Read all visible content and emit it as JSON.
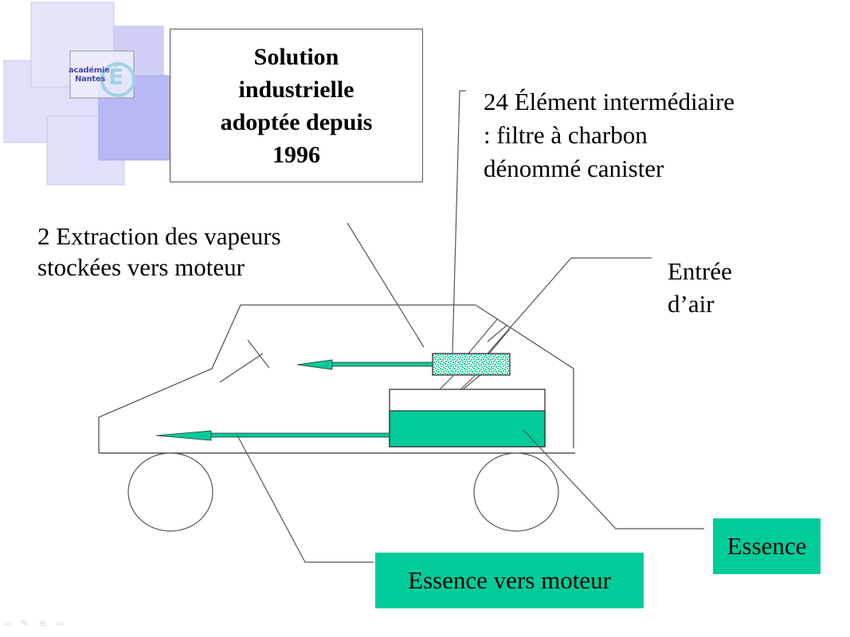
{
  "slide": {
    "title_box": {
      "text": "Solution\nindustrielle\nadoptée depuis\n1996"
    },
    "logo": {
      "line1": "académie",
      "line2": "Nantes",
      "letter": "É"
    },
    "labels": {
      "canister": "24 Élément intermédiaire\n: filtre à charbon\ndénommé canister",
      "extraction_line1": "2 Extraction des vapeurs",
      "extraction_line2": "stockées vers moteur",
      "air_line1": "Entrée",
      "air_line2": "d’air",
      "essence": "Essence",
      "essence_moteur": "Essence vers moteur"
    },
    "colors": {
      "fuel_green": "#00cc99",
      "canister_green": "#1fcf9c",
      "line_gray": "#555555",
      "logo_blue_light": "#e2e2fa",
      "logo_blue_mid": "#d0d0f6",
      "logo_blue_dark": "#b8b8f4"
    },
    "nav_icons": [
      "previous-icon",
      "pen-icon",
      "menu-icon",
      "next-icon"
    ],
    "nav_glyphs": [
      "⇦",
      "✎",
      "≡",
      "⇨"
    ]
  }
}
